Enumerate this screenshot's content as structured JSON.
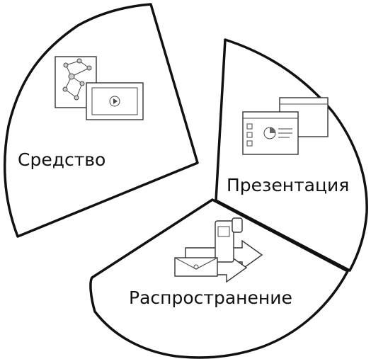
{
  "diagram": {
    "segments": [
      {
        "label": "Средство",
        "icon": "network-video-icon"
      },
      {
        "label": "Презентация",
        "icon": "slides-window-icon"
      },
      {
        "label": "Распространение",
        "icon": "camera-mail-arrow-icon"
      }
    ]
  },
  "colors": {
    "stroke": "#111111",
    "background": "#ffffff"
  }
}
